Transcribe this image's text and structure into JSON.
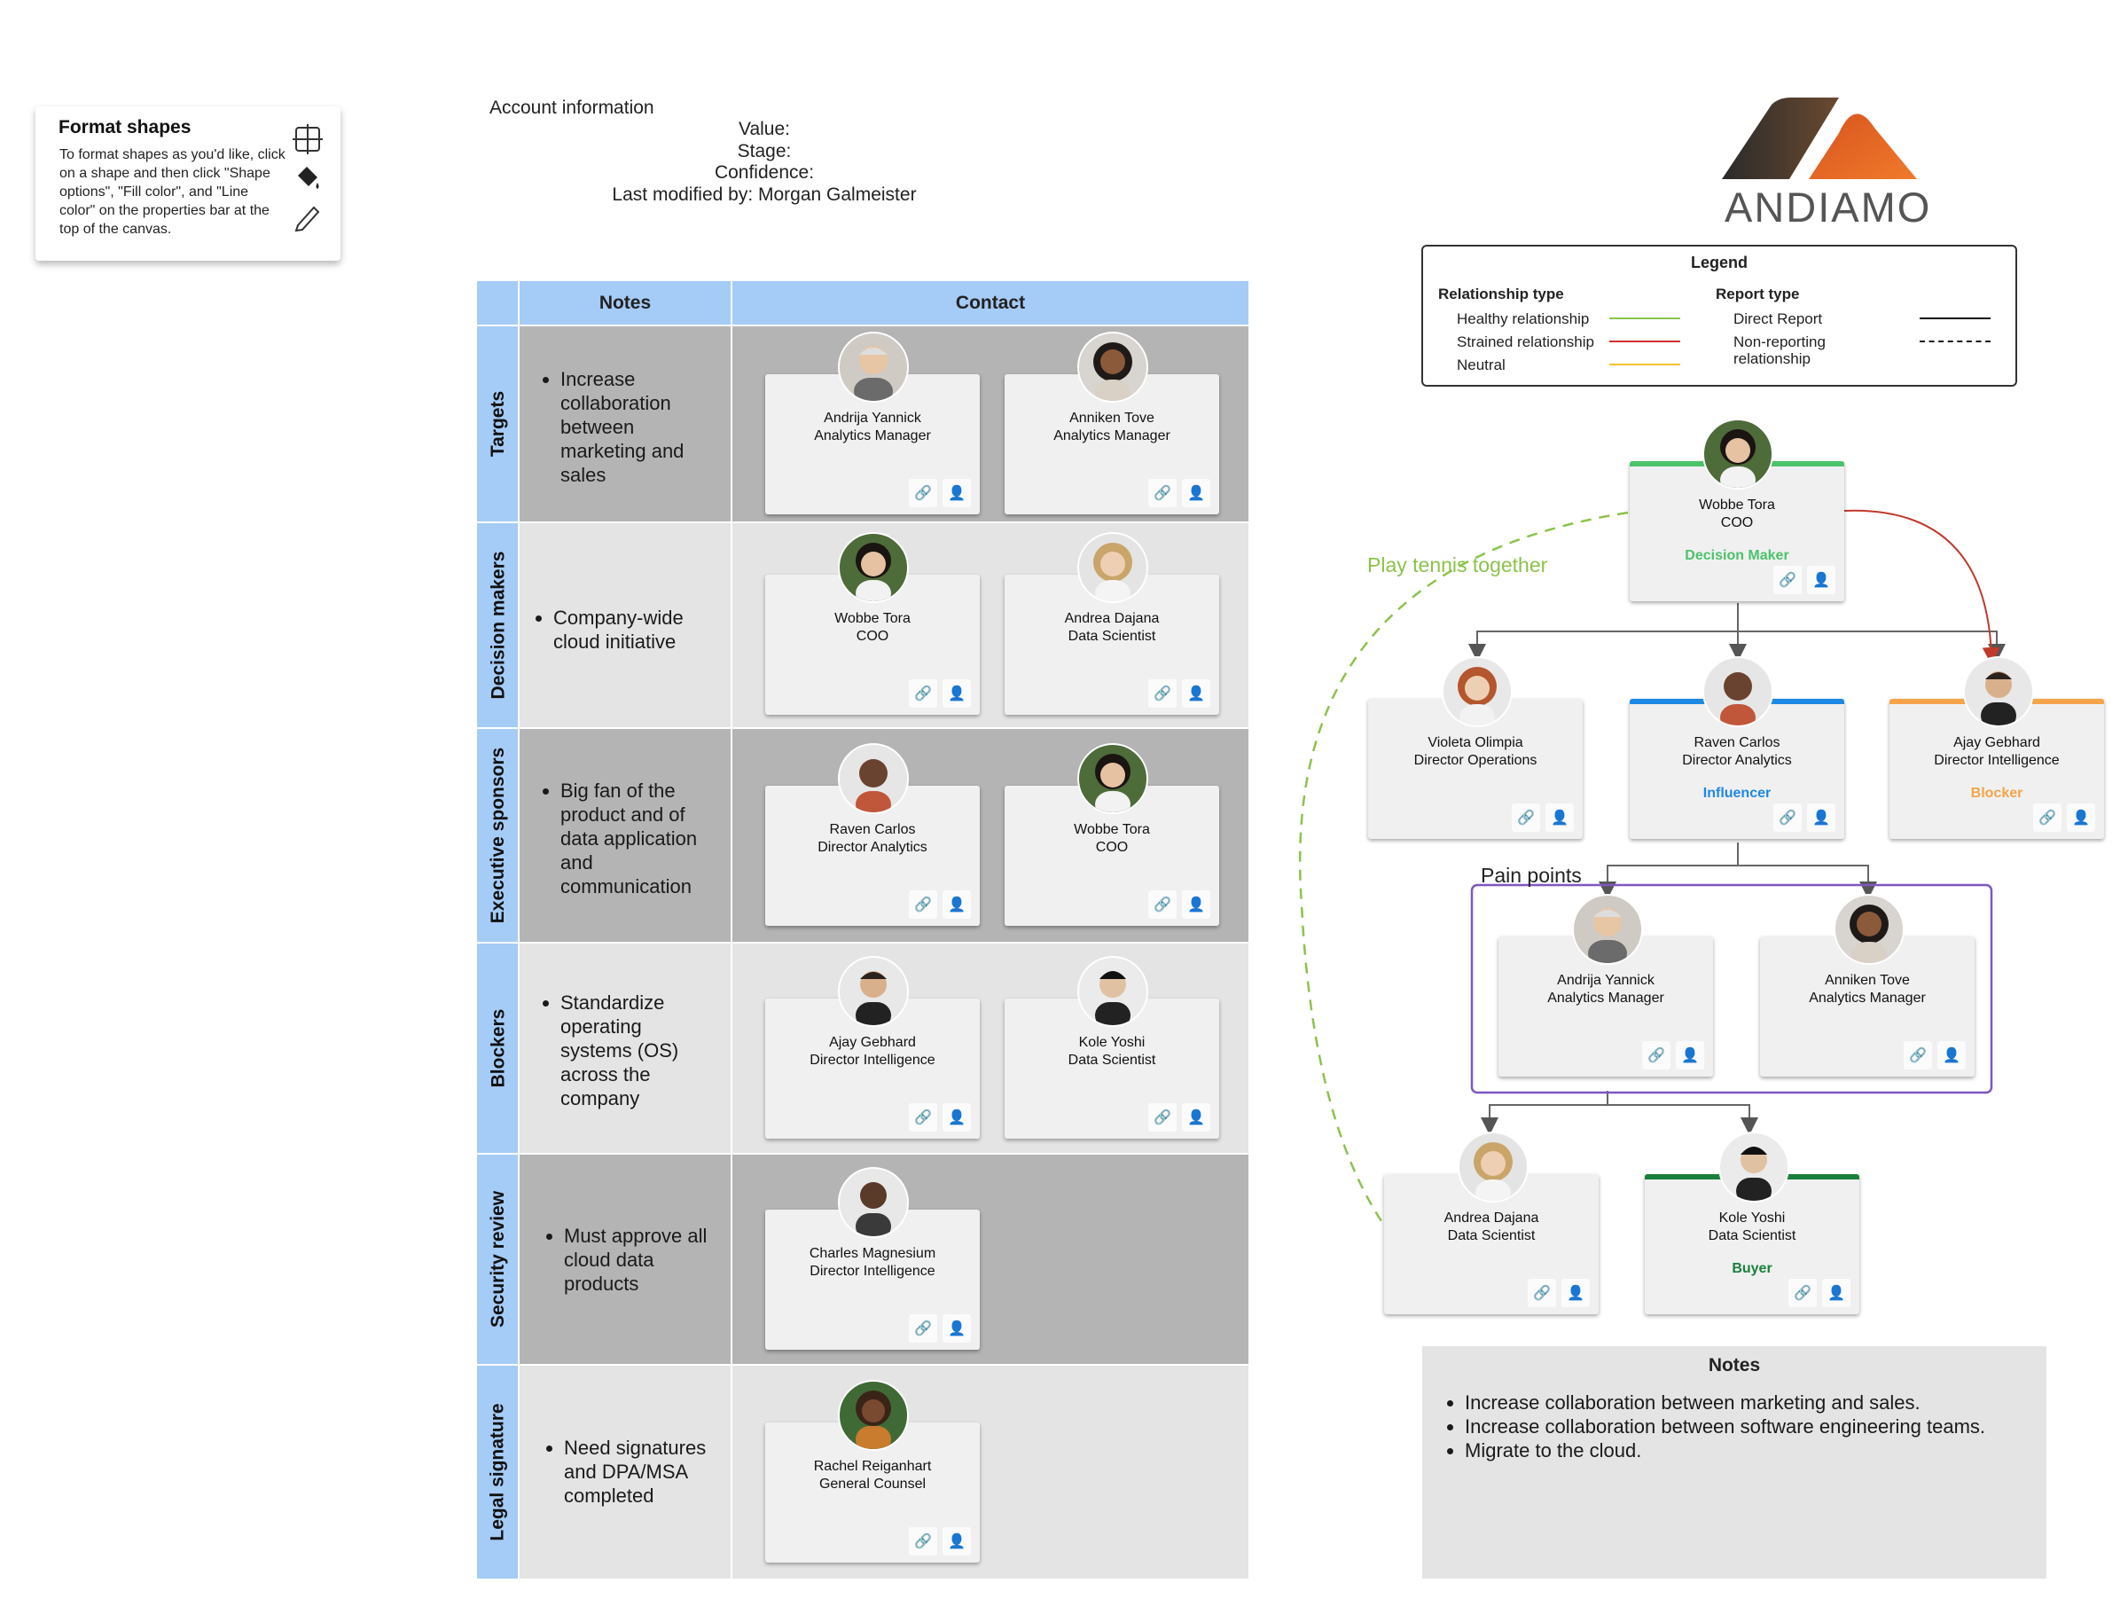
{
  "format_tip": {
    "title": "Format shapes",
    "body": "To format shapes as you'd like, click on a shape and then click \"Shape options\", \"Fill color\", and \"Line color\" on the properties bar at the top of the canvas."
  },
  "account": {
    "title": "Account information",
    "value_label": "Value:",
    "stage_label": "Stage:",
    "confidence_label": "Confidence:",
    "modified_label": "Last modified by: Morgan Galmeister"
  },
  "table": {
    "notes_header": "Notes",
    "contact_header": "Contact",
    "lanes": [
      {
        "label": "Targets",
        "note": "Increase collaboration between marketing and sales",
        "contacts": [
          {
            "name": "Andrija Yannick",
            "title": "Analytics Manager"
          },
          {
            "name": "Anniken Tove",
            "title": "Analytics Manager"
          }
        ]
      },
      {
        "label": "Decision makers",
        "note": "Company-wide cloud initiative",
        "contacts": [
          {
            "name": "Wobbe Tora",
            "title": "COO"
          },
          {
            "name": "Andrea Dajana",
            "title": "Data Scientist"
          }
        ]
      },
      {
        "label": "Executive sponsors",
        "note": "Big fan of the product and of data application and communication",
        "contacts": [
          {
            "name": "Raven Carlos",
            "title": "Director Analytics"
          },
          {
            "name": "Wobbe Tora",
            "title": "COO"
          }
        ]
      },
      {
        "label": "Blockers",
        "note": "Standardize operating systems (OS) across the company",
        "contacts": [
          {
            "name": "Ajay Gebhard",
            "title": "Director Intelligence"
          },
          {
            "name": "Kole Yoshi",
            "title": "Data Scientist"
          }
        ]
      },
      {
        "label": "Security review",
        "note": "Must approve all cloud data products",
        "contacts": [
          {
            "name": "Charles Magnesium",
            "title": "Director Intelligence"
          }
        ]
      },
      {
        "label": "Legal signature",
        "note": "Need signatures and DPA/MSA completed",
        "contacts": [
          {
            "name": "Rachel Reiganhart",
            "title": "General Counsel"
          }
        ]
      }
    ]
  },
  "logo": {
    "text": "ANDIAMO"
  },
  "legend": {
    "title": "Legend",
    "relationship_header": "Relationship type",
    "healthy": "Healthy relationship",
    "strained": "Strained relationship",
    "neutral": "Neutral",
    "report_header": "Report type",
    "direct": "Direct Report",
    "nonreporting": "Non-reporting relationship",
    "colors": {
      "healthy": "#8bc34a",
      "strained": "#d32f2f",
      "neutral": "#f4c430"
    }
  },
  "org": {
    "ceo": {
      "name": "Wobbe Tora",
      "title": "COO",
      "role": "Decision Maker",
      "role_color": "#4cc36b"
    },
    "directors": [
      {
        "name": "Violeta Olimpia",
        "title": "Director Operations",
        "role": "",
        "role_color": ""
      },
      {
        "name": "Raven Carlos",
        "title": "Director Analytics",
        "role": "Influencer",
        "role_color": "#1e88e5"
      },
      {
        "name": "Ajay Gebhard",
        "title": "Director Intelligence",
        "role": "Blocker",
        "role_color": "#f5a44a"
      }
    ],
    "managers": [
      {
        "name": "Andrija Yannick",
        "title": "Analytics Manager"
      },
      {
        "name": "Anniken Tove",
        "title": "Analytics Manager"
      }
    ],
    "scientists": [
      {
        "name": "Andrea Dajana",
        "title": "Data Scientist",
        "role": "",
        "role_color": ""
      },
      {
        "name": "Kole Yoshi",
        "title": "Data Scientist",
        "role": "Buyer",
        "role_color": "#1a7f3c"
      }
    ],
    "pain_points_label": "Pain points",
    "tennis_label": "Play tennis together"
  },
  "notes": {
    "title": "Notes",
    "items": [
      "Increase collaboration between marketing and sales.",
      "Increase collaboration between software engineering teams.",
      "Migrate to the cloud."
    ]
  }
}
